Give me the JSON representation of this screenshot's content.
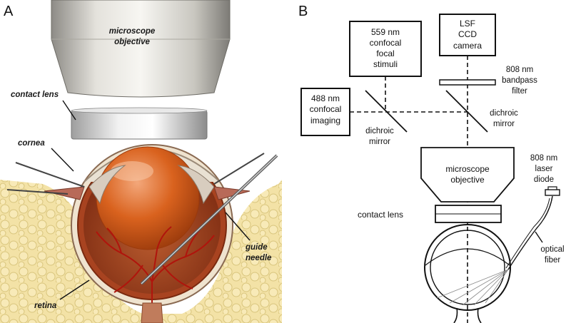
{
  "panel_a": {
    "letter": "A",
    "labels": {
      "objective_line1": "microscope",
      "objective_line2": "objective",
      "contact_lens": "contact lens",
      "cornea": "cornea",
      "guide_needle_line1": "guide",
      "guide_needle_line2": "needle",
      "retina": "retina"
    }
  },
  "panel_b": {
    "letter": "B",
    "boxes": {
      "stimuli": [
        "559 nm",
        "confocal",
        "focal",
        "stimuli"
      ],
      "camera": [
        "LSF",
        "CCD",
        "camera"
      ],
      "imaging": [
        "488 nm",
        "confocal",
        "imaging"
      ]
    },
    "labels": {
      "bandpass": [
        "808 nm",
        "bandpass",
        "filter"
      ],
      "dichroic_right": [
        "dichroic",
        "mirror"
      ],
      "dichroic_left": [
        "dichroic",
        "mirror"
      ],
      "objective": [
        "microscope",
        "objective"
      ],
      "laser": [
        "808 nm",
        "laser",
        "diode"
      ],
      "contact_lens": "contact lens",
      "fiber": [
        "optical",
        "fiber"
      ]
    }
  },
  "colors": {
    "retina_vessels": "#b0140c",
    "lens_orange": "#d9621e",
    "tissue_yellow": "#f0dc9a"
  }
}
